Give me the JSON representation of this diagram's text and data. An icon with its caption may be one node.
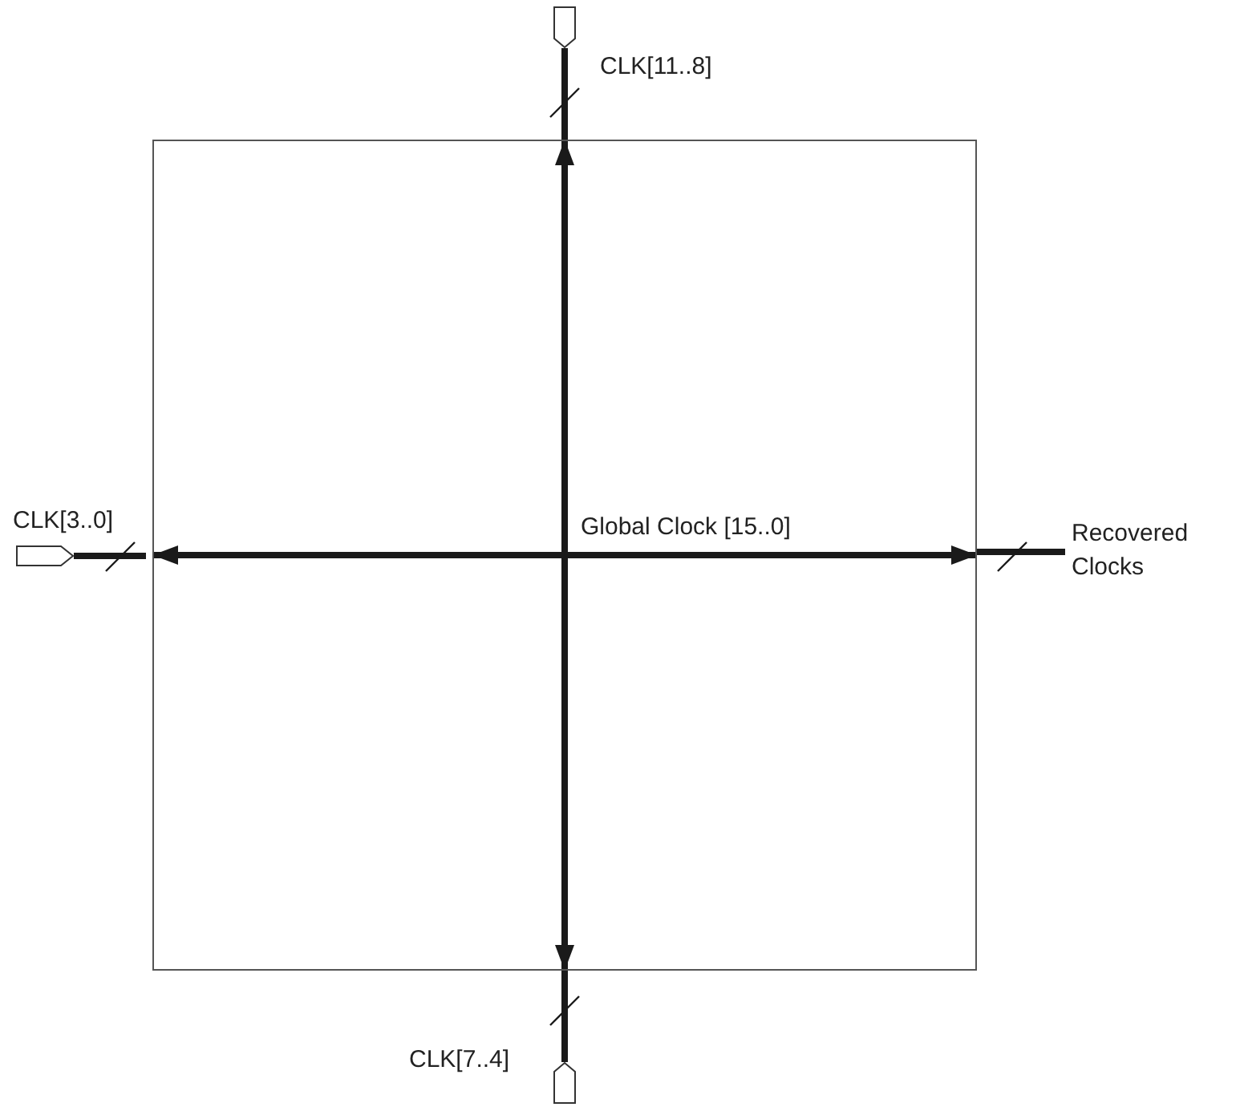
{
  "diagram": {
    "nodes": [
      {
        "text": [],
        "shape": "box"
      },
      {
        "text": [],
        "shape": "pentagon",
        "beside": [
          "CLK[11..8]"
        ]
      },
      {
        "text": [],
        "shape": "pentagon",
        "beside": [
          "CLK[3..0]"
        ]
      },
      {
        "text": [],
        "shape": "pentagon",
        "beside": [
          "CLK[7..4]"
        ]
      },
      {
        "text": [
          "Recovered Clocks"
        ]
      }
    ],
    "edges": [
      {
        "from": null,
        "to": 0,
        "arrow": "to"
      },
      {
        "from": null,
        "to": 0,
        "arrow": "to"
      },
      {
        "from": null,
        "to": 0,
        "arrow": "to"
      },
      {
        "from": null,
        "to": 0,
        "arrow": "to"
      },
      {
        "from": 1,
        "to": 0,
        "arrow": "none"
      },
      {
        "from": 2,
        "to": 0,
        "arrow": "none"
      },
      {
        "from": 3,
        "to": 0,
        "arrow": "none"
      },
      {
        "from": 0,
        "to": 4,
        "arrow": "none"
      }
    ],
    "labels": [
      "Global Clock [15..0]"
    ]
  }
}
